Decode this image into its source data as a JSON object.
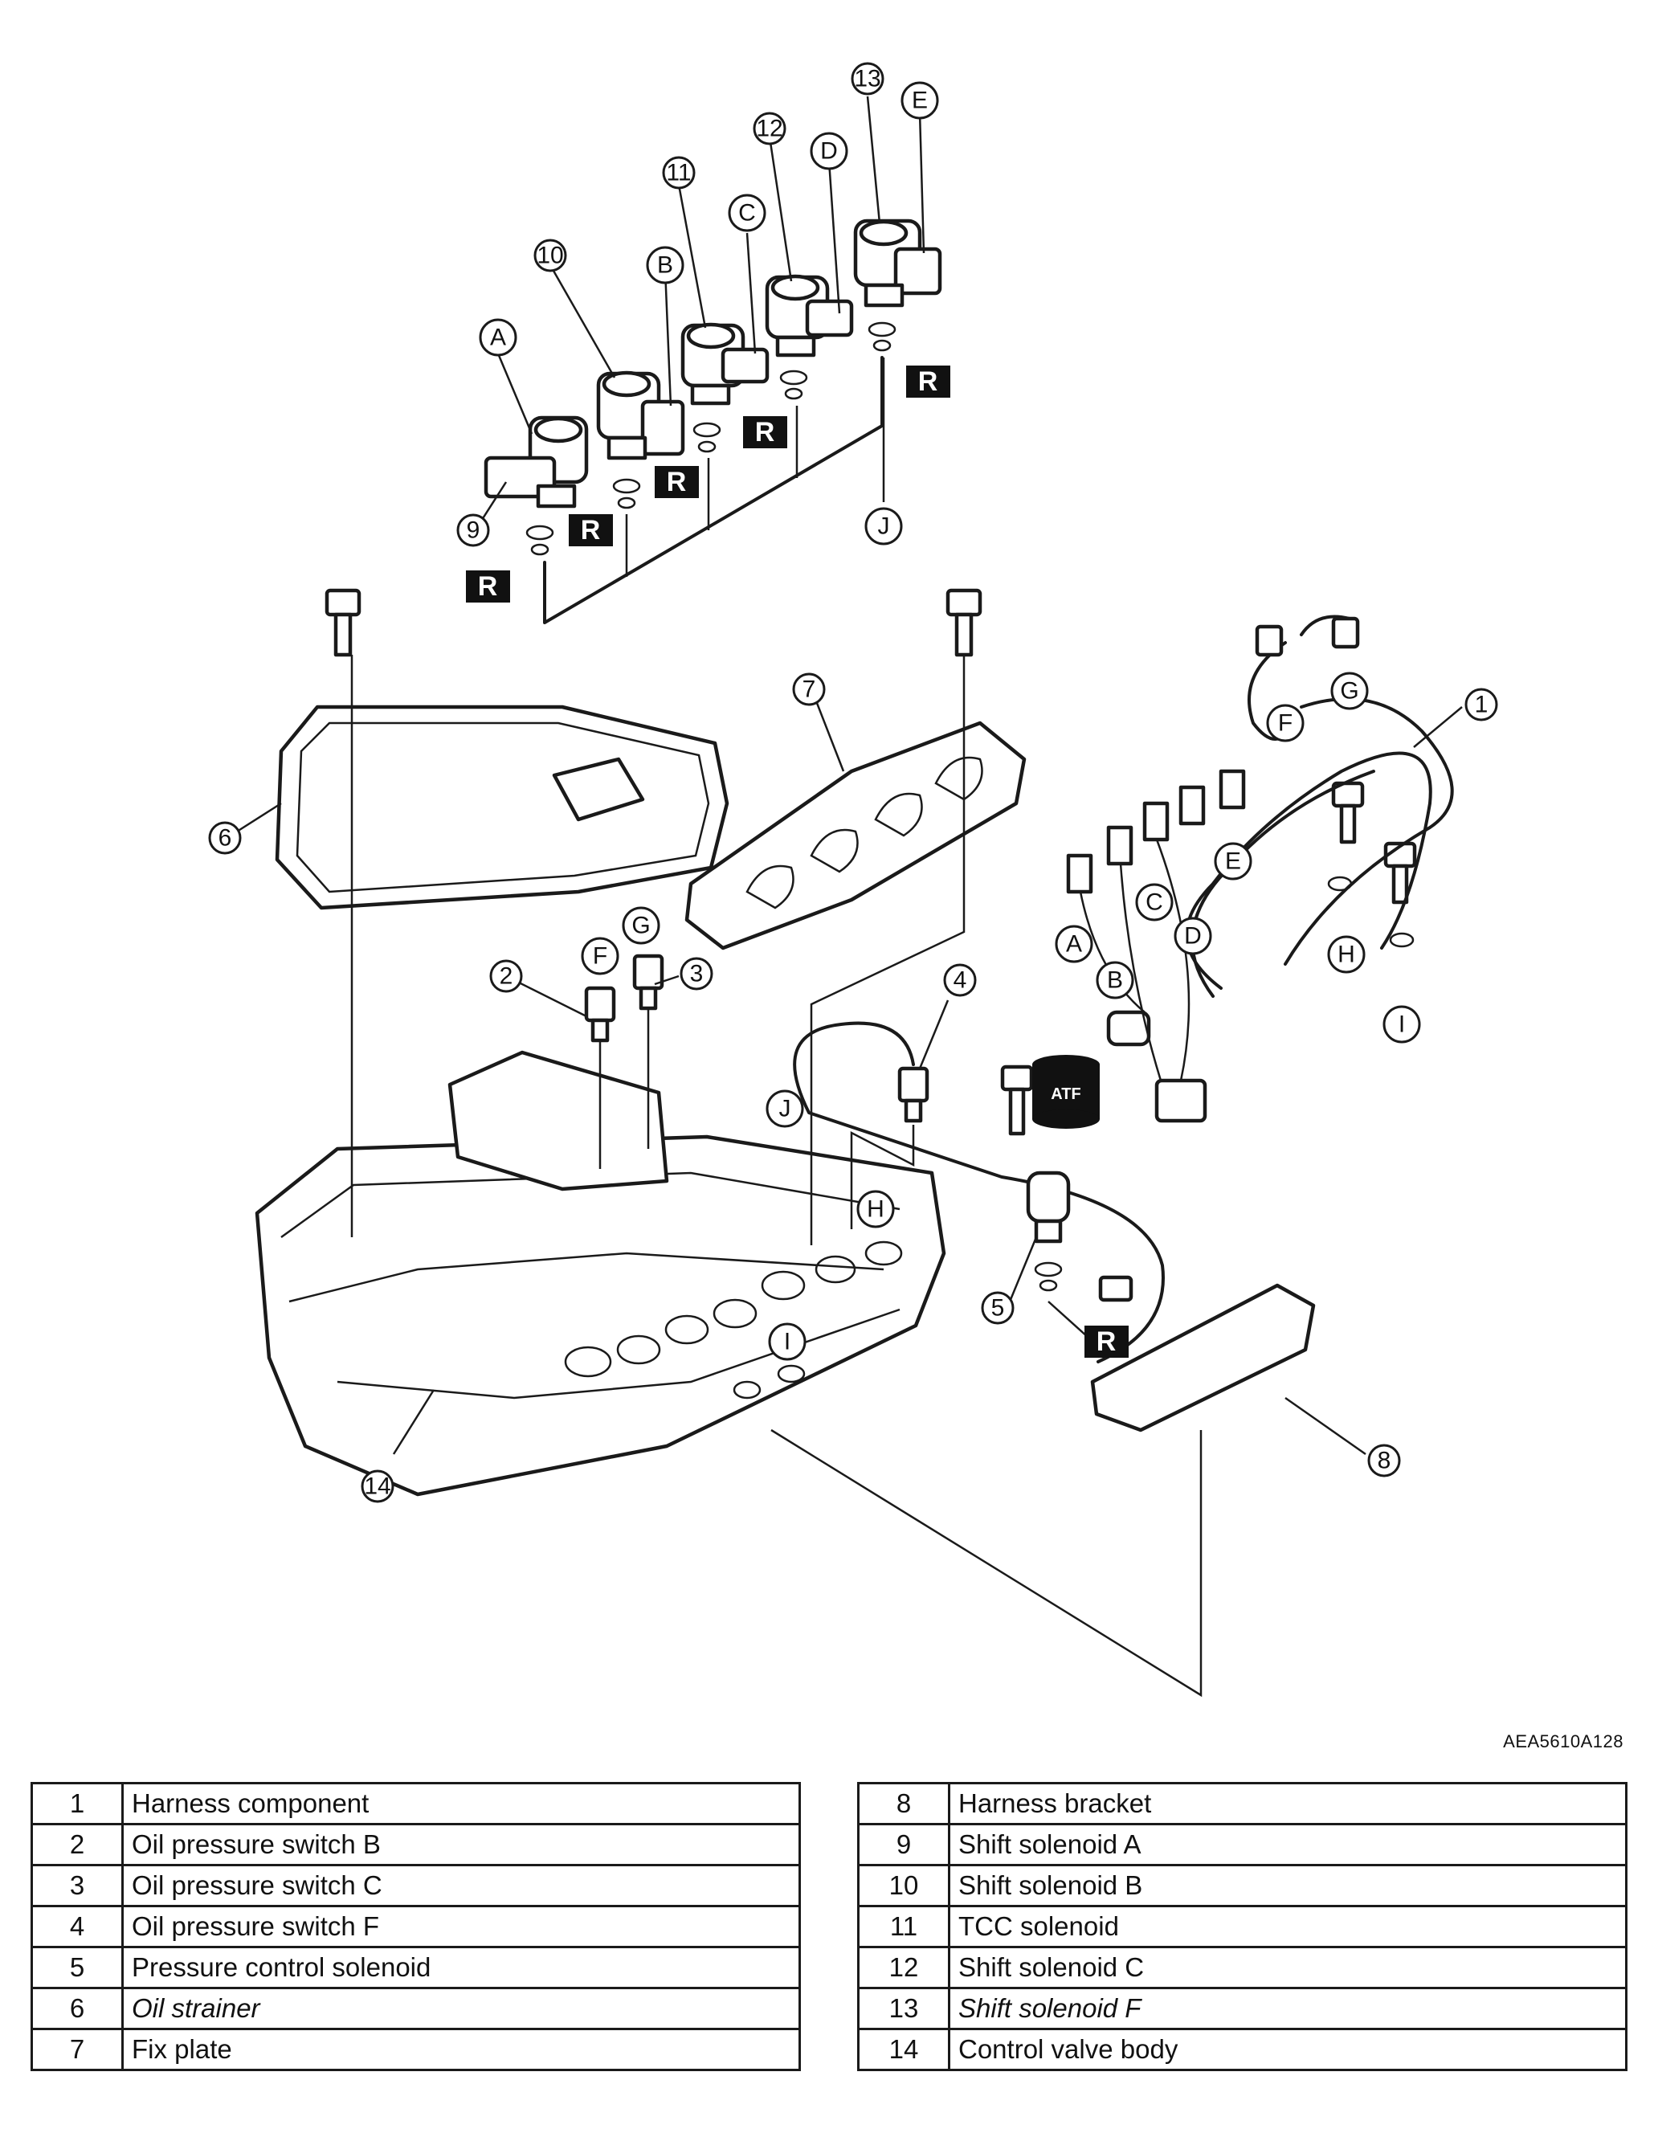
{
  "figure_code": "AEA5610A128",
  "markers": {
    "numbers": [
      "1",
      "2",
      "3",
      "4",
      "5",
      "6",
      "7",
      "8",
      "9",
      "10",
      "11",
      "12",
      "13",
      "14"
    ],
    "letters": [
      "A",
      "B",
      "C",
      "D",
      "E",
      "F",
      "G",
      "H",
      "I",
      "J"
    ],
    "replace_symbol": "R",
    "fluid_label": "ATF"
  },
  "legend_left": [
    {
      "num": "1",
      "desc": "Harness component"
    },
    {
      "num": "2",
      "desc": "Oil pressure switch B"
    },
    {
      "num": "3",
      "desc": "Oil pressure switch C"
    },
    {
      "num": "4",
      "desc": "Oil pressure switch F"
    },
    {
      "num": "5",
      "desc": "Pressure control solenoid"
    },
    {
      "num": "6",
      "desc": "Oil strainer"
    },
    {
      "num": "7",
      "desc": "Fix plate"
    }
  ],
  "legend_right": [
    {
      "num": "8",
      "desc": "Harness bracket"
    },
    {
      "num": "9",
      "desc": "Shift solenoid A"
    },
    {
      "num": "10",
      "desc": "Shift solenoid B"
    },
    {
      "num": "11",
      "desc": "TCC solenoid"
    },
    {
      "num": "12",
      "desc": "Shift solenoid C"
    },
    {
      "num": "13",
      "desc": "Shift solenoid F"
    },
    {
      "num": "14",
      "desc": "Control valve body"
    }
  ]
}
